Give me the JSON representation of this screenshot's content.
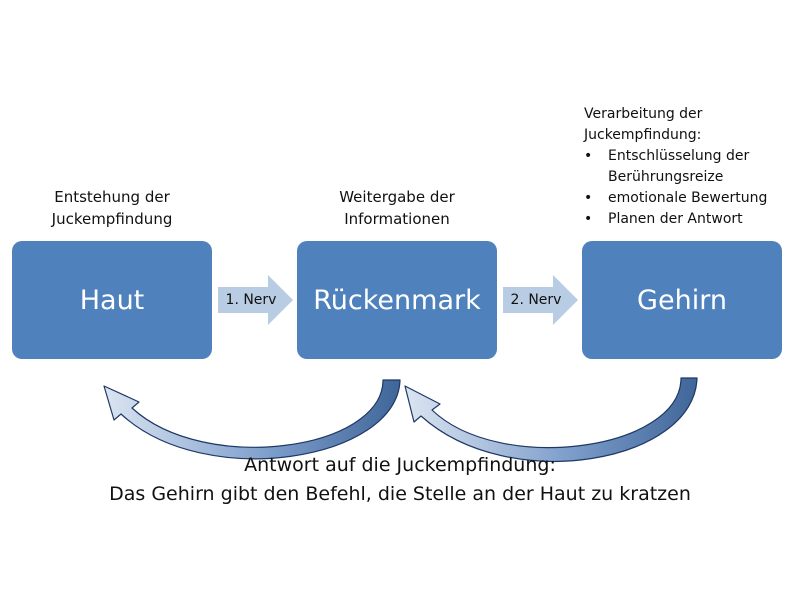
{
  "captions": {
    "skin": [
      "Entstehung der",
      "Juckempfindung"
    ],
    "spinal": [
      "Weitergabe der",
      "Informationen"
    ]
  },
  "brain_caption": {
    "title": [
      "Verarbeitung der",
      "Juckempfindung:"
    ],
    "bullets": [
      "Entschlüsselung der Berührungsreize",
      "emotionale Bewertung",
      "Planen der Antwort"
    ]
  },
  "boxes": {
    "skin": "Haut",
    "spinal": "Rückenmark",
    "brain": "Gehirn"
  },
  "arrows": {
    "first": "1. Nerv",
    "second": "2. Nerv"
  },
  "response": {
    "line1": "Antwort auf die Juckempfindung:",
    "line2": "Das Gehirn gibt den Befehl, die Stelle an der Haut zu kratzen"
  },
  "colors": {
    "box_fill": "#4f81bd",
    "arrow_fill": "#b8cce4",
    "curve_fill": "#4f81bd",
    "text": "#111111"
  }
}
